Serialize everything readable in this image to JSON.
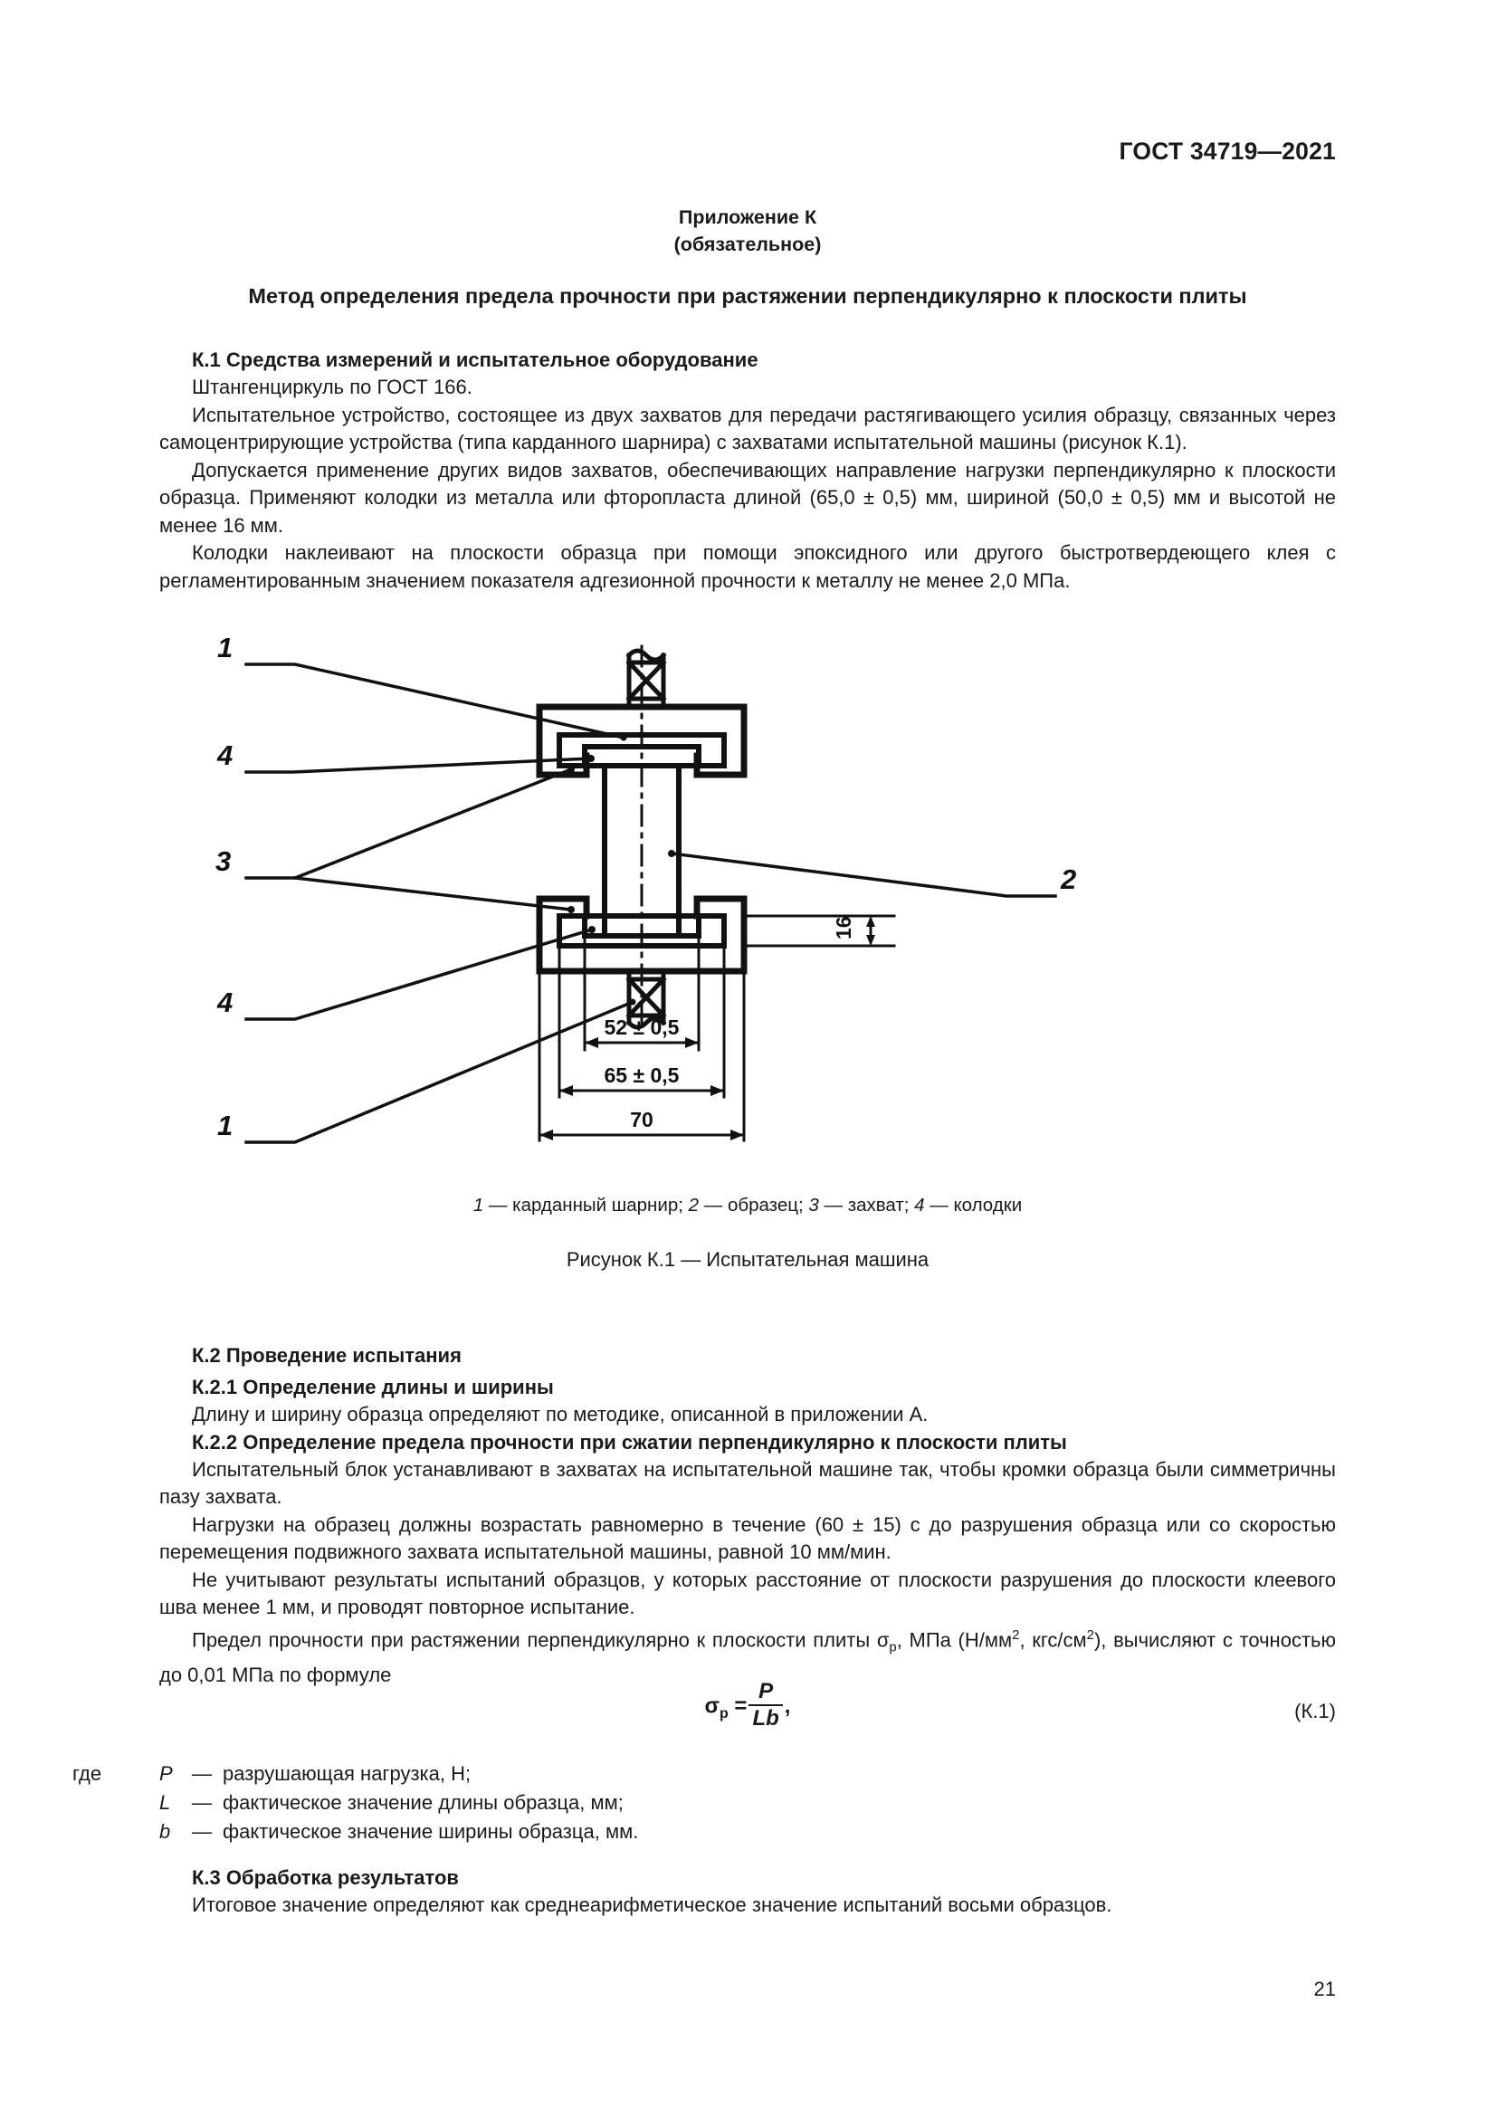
{
  "header": {
    "standard": "ГОСТ 34719—2021"
  },
  "annex": {
    "title": "Приложение К",
    "kind": "(обязательное)",
    "method_title": "Метод определения предела прочности при растяжении перпендикулярно к плоскости плиты"
  },
  "k1": {
    "heading": "К.1  Средства измерений и испытательное оборудование",
    "p1": "Штангенциркуль по ГОСТ 166.",
    "p2": "Испытательное устройство, состоящее из двух захватов для передачи растягивающего усилия образцу, связанных через самоцентрирующие устройства (типа карданного шарнира) с захватами испытательной машины (рисунок К.1).",
    "p3": "Допускается применение других видов захватов, обеспечивающих направление нагрузки перпендикулярно к плоскости образца. Применяют колодки из металла или фторопласта длиной (65,0 ± 0,5) мм, шириной (50,0 ± 0,5) мм и высотой не менее 16 мм.",
    "p4": "Колодки наклеивают на плоскости образца при помощи эпоксидного или другого быстротвердеющего клея с регламентированным значением показателя адгезионной прочности к металлу не менее 2,0 МПа."
  },
  "figure": {
    "callouts": {
      "top_left_1": "1",
      "left_4_upper": "4",
      "left_3": "3",
      "left_4_lower": "4",
      "left_1_lower": "1",
      "right_2": "2"
    },
    "dimensions": {
      "height_16": "16",
      "inner_52": "52 ± 0,5",
      "mid_65": "65 ± 0,5",
      "outer_70": "70"
    },
    "legend_items": [
      {
        "num": "1",
        "text": "карданный шарнир"
      },
      {
        "num": "2",
        "text": "образец"
      },
      {
        "num": "3",
        "text": "захват"
      },
      {
        "num": "4",
        "text": "колодки"
      }
    ],
    "legend_sep": " — ",
    "caption": "Рисунок К.1 — Испытательная машина"
  },
  "k2": {
    "heading": "К.2  Проведение испытания",
    "sub1_heading": "К.2.1  Определение длины и ширины",
    "sub1_p": "Длину и ширину образца определяют по методике, описанной в приложении А.",
    "sub2_heading": "К.2.2  Определение предела прочности при сжатии перпендикулярно к плоскости плиты",
    "p1": "Испытательный блок устанавливают в захватах на испытательной машине так, чтобы кромки образца были симметричны пазу захвата.",
    "p2": "Нагрузки на образец должны возрастать равномерно в течение (60 ± 15) с до разрушения образца или со скоростью перемещения подвижного захвата испытательной машины, равной 10 мм/мин.",
    "p3": "Не учитывают результаты испытаний образцов, у которых расстояние от плоскости разрушения до плоскости клеевого шва менее 1 мм, и проводят повторное испытание.",
    "p4_a": "Предел прочности при растяжении перпендикулярно к плоскости плиты σ",
    "p4_sub": "р",
    "p4_b": ", МПа (Н/мм",
    "p4_sup1": "2",
    "p4_c": ", кгс/см",
    "p4_sup2": "2",
    "p4_d": "), вычисляют с точностью до 0,01 МПа по формуле"
  },
  "formula": {
    "sigma": "σ",
    "sigma_sub": "р",
    "equals": "=",
    "numerator": "P",
    "denominator": "Lb",
    "comma": ",",
    "number": "(К.1)"
  },
  "where": {
    "lead": "где",
    "rows": [
      {
        "sym": "P",
        "dash": "—",
        "text": "разрушающая нагрузка, Н;"
      },
      {
        "sym": "L",
        "dash": "—",
        "text": "фактическое значение длины образца, мм;"
      },
      {
        "sym": "b",
        "dash": "—",
        "text": "фактическое значение ширины образца, мм."
      }
    ]
  },
  "k3": {
    "heading": "К.3  Обработка результатов",
    "p1": "Итоговое значение определяют как среднеарифметическое значение испытаний восьми образцов."
  },
  "page_number": "21"
}
